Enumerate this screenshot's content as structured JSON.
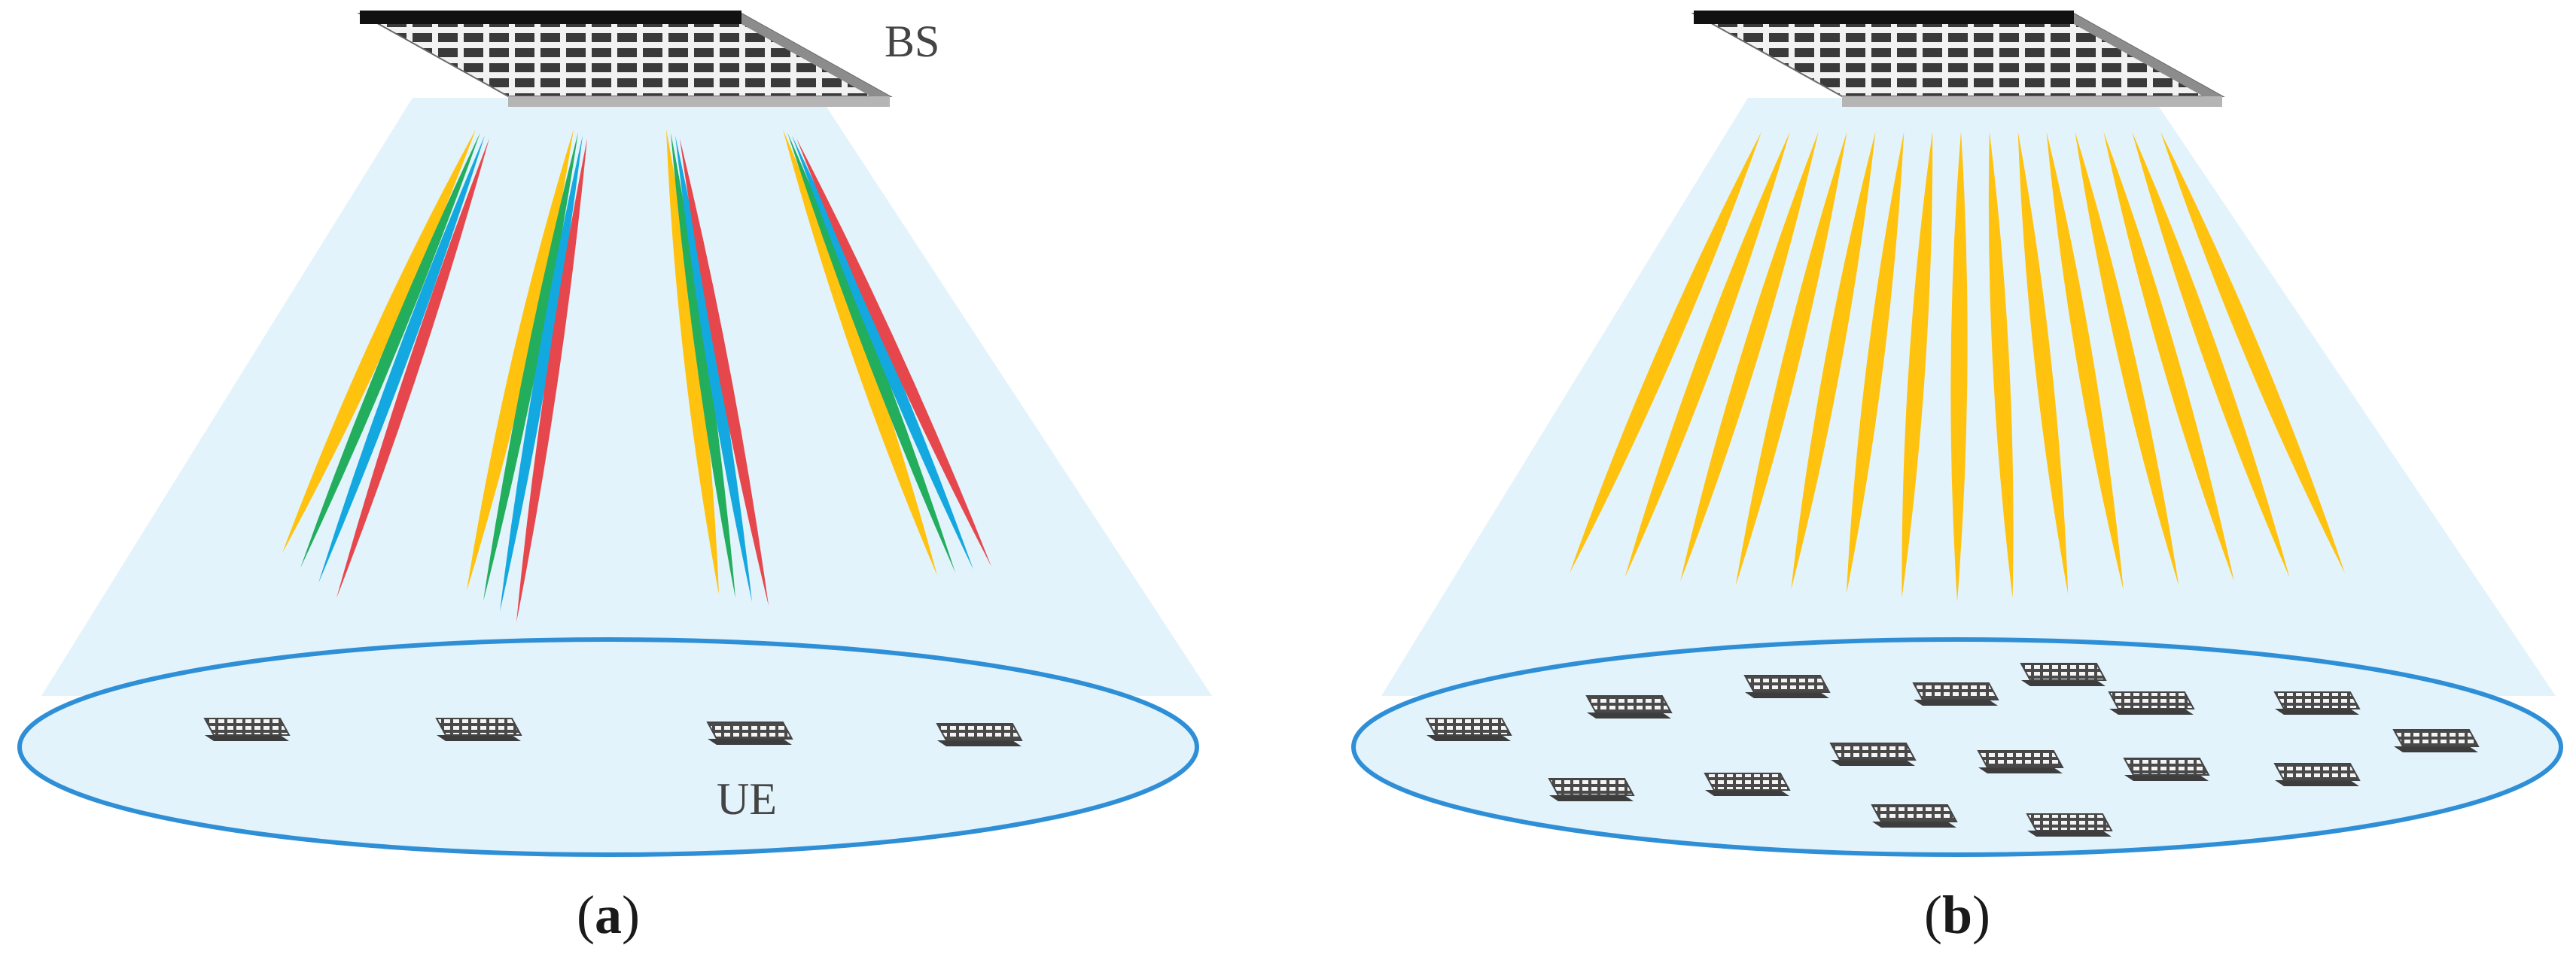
{
  "labels": {
    "bs": "BS",
    "ue": "UE"
  },
  "captions": {
    "a": {
      "open": "(",
      "letter": "a",
      "close": ")"
    },
    "b": {
      "open": "(",
      "letter": "b",
      "close": ")"
    }
  },
  "colors": {
    "coverage": "#e3f3fb",
    "ellipse_stroke": "#2f8fd6",
    "beam_yellow": "#ffc20e",
    "beam_green": "#22ae5c",
    "beam_blue": "#14a8e0",
    "beam_red": "#e5474d",
    "panel_dark": "#555555",
    "panel_light": "#d9d9d9",
    "panel_top": "#111111"
  },
  "panels": {
    "a": {
      "ue_count": 4,
      "beam_groups": 4,
      "beams_per_group": 4
    },
    "b": {
      "ue_count": 16,
      "beam_count": 15
    }
  }
}
